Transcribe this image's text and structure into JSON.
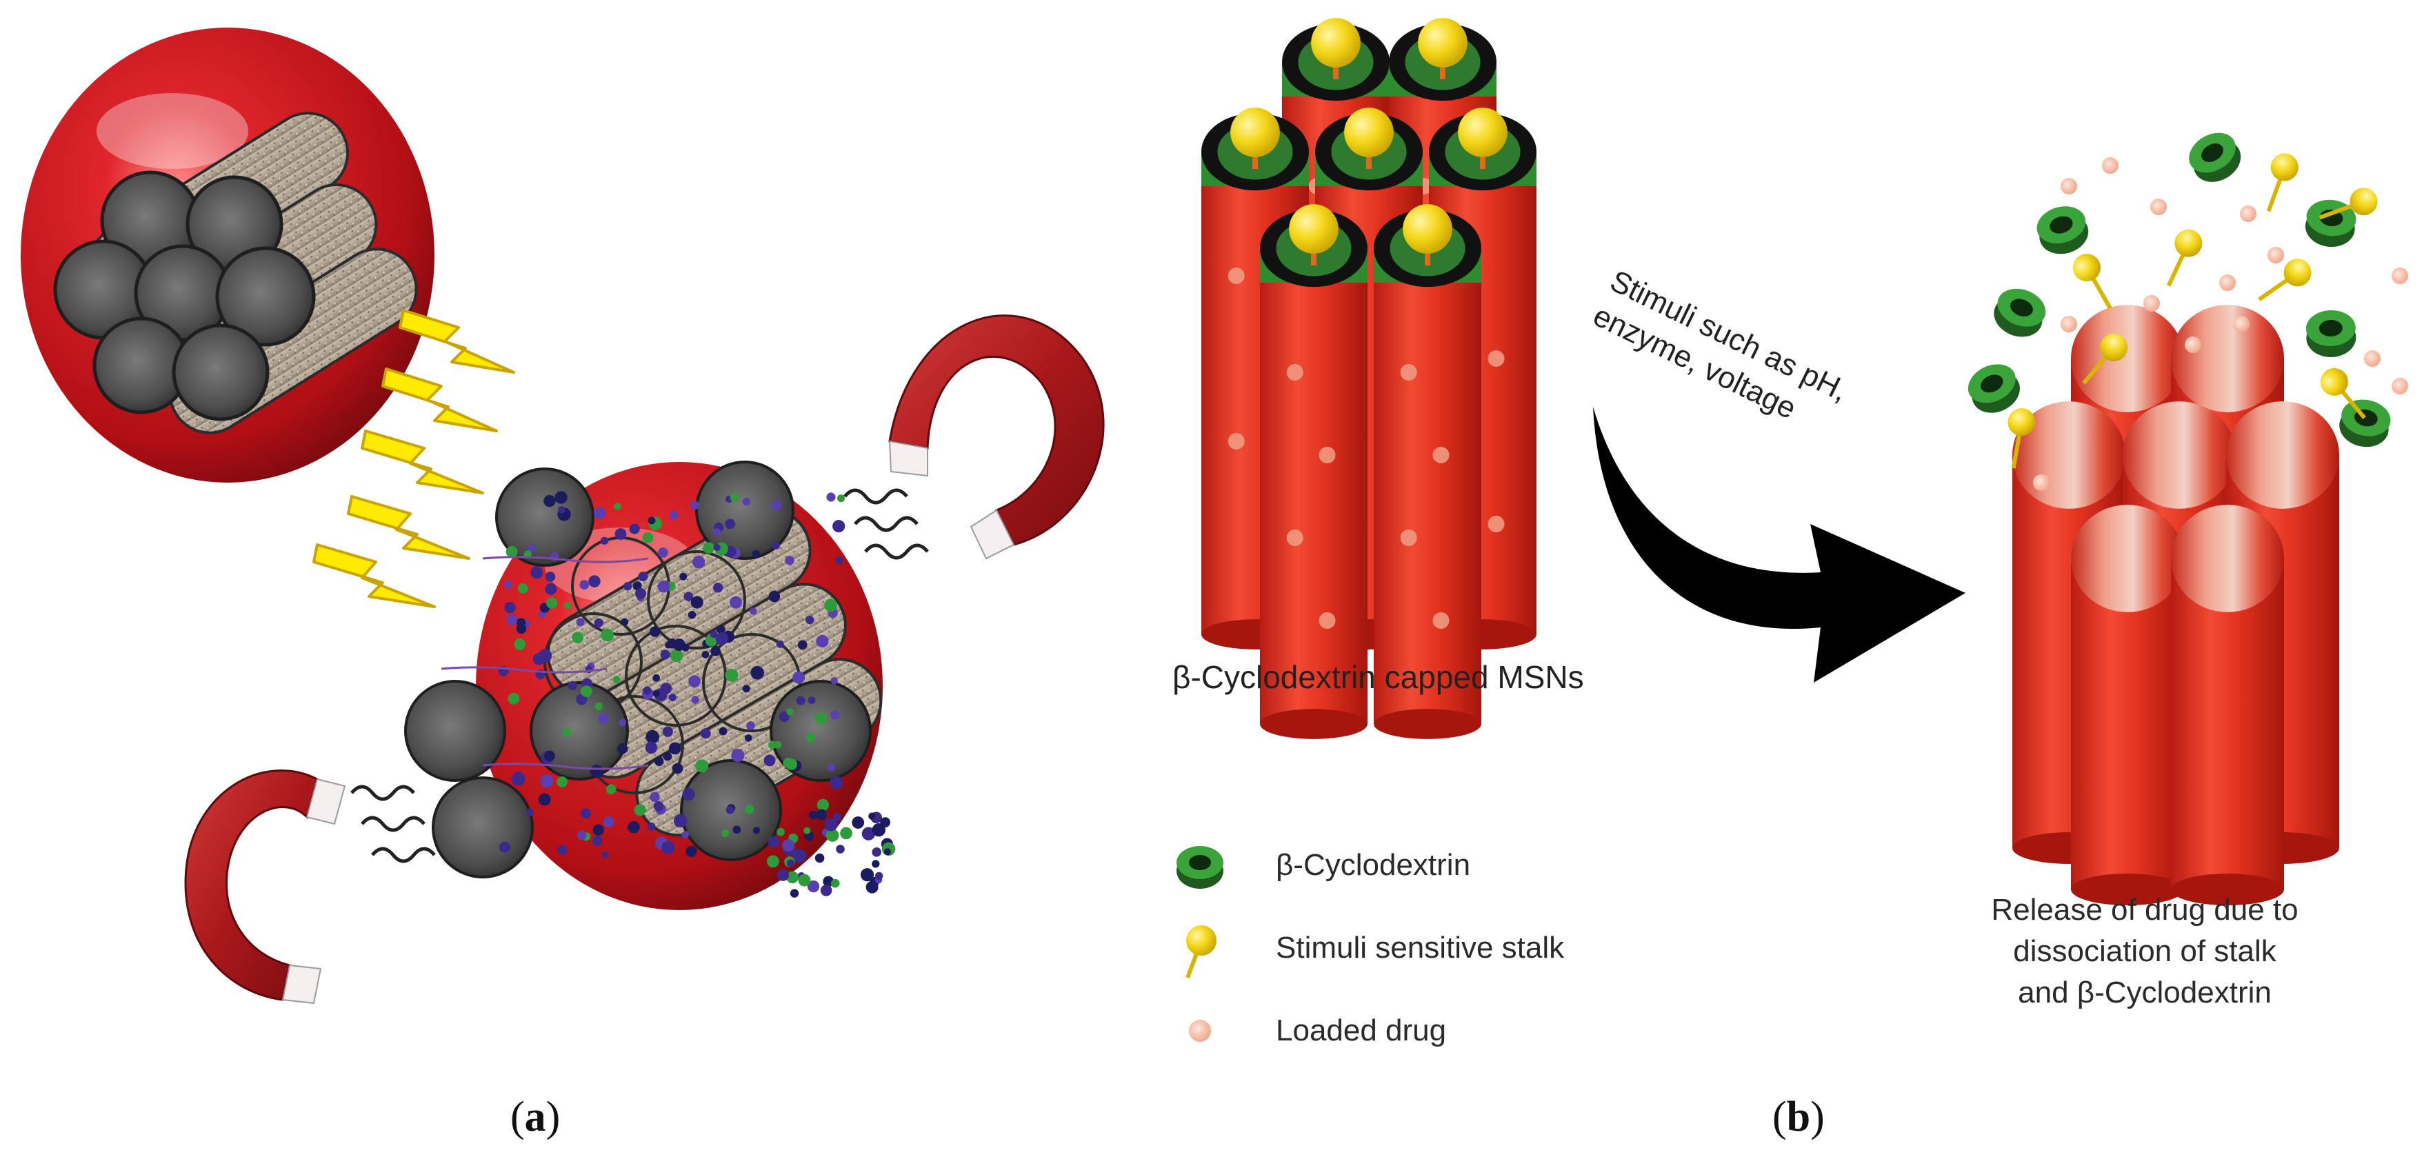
{
  "panel_a": {
    "label_open": "(",
    "label_letter": "a",
    "label_close": ")"
  },
  "panel_b": {
    "label_open": "(",
    "label_letter": "b",
    "label_close": ")",
    "caption_msn": "β-Cyclodextrin capped MSNs",
    "stimuli_line1": "Stimuli such as pH,",
    "stimuli_line2": "enzyme, voltage",
    "release_caption": "Release of drug due to dissociation of stalk and β-Cyclodextrin",
    "legend": [
      {
        "label": "β-Cyclodextrin",
        "icon": "cyclodextrin-ring-icon"
      },
      {
        "label": "Stimuli sensitive stalk",
        "icon": "stalk-pin-icon"
      },
      {
        "label": "Loaded drug",
        "icon": "drug-dot-icon"
      }
    ]
  },
  "colors": {
    "nanoparticle_red": "#c8141c",
    "cylinder_red": "#e03a2a",
    "cyclodextrin_green": "#2e8b2e",
    "stalk_yellow": "#f2d21a",
    "drug_peach": "#f7c6b0",
    "lightning_yellow": "#ffe600",
    "arrow_black": "#000000"
  }
}
